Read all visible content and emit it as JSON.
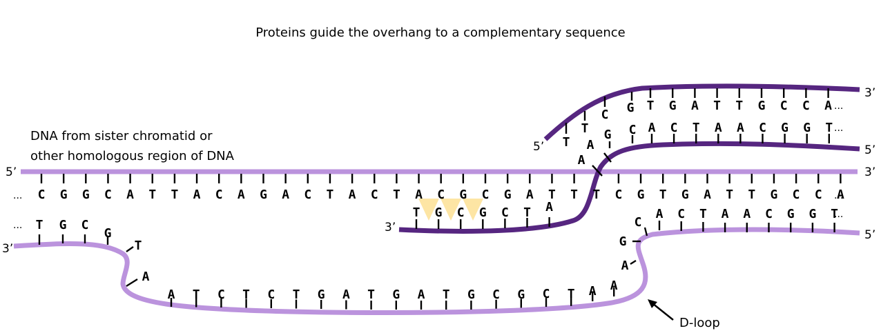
{
  "title": "Proteins guide the overhang to a complementary sequence",
  "label_lines": [
    "DNA from sister chromatid or",
    "other homologous region of DNA"
  ],
  "dloop_label": "D-loop",
  "colors": {
    "homolog_strand": "#bb93dd",
    "invading_strand": "#562680",
    "protein_marker": "#fde29a",
    "ink": "#000000"
  },
  "ellipsis": "...",
  "strands": {
    "homolog_top": {
      "five_prime_end": "5’",
      "three_prime_end": "3’",
      "bases": [
        "C",
        "G",
        "G",
        "C",
        "A",
        "T",
        "T",
        "A",
        "C",
        "A",
        "G",
        "A",
        "C",
        "T",
        "A",
        "C",
        "T",
        "A",
        "C",
        "G",
        "C",
        "G",
        "A",
        "T",
        "T",
        "T",
        "C",
        "G",
        "T",
        "G",
        "A",
        "T",
        "T",
        "G",
        "C",
        "C",
        "A"
      ]
    },
    "homolog_bottom_left": {
      "three_prime_end": "3’",
      "bases": [
        "T",
        "G",
        "C",
        "G",
        "T",
        "A"
      ]
    },
    "dloop_bottom": {
      "bases": [
        "A",
        "T",
        "C",
        "T",
        "C",
        "T",
        "G",
        "A",
        "T",
        "G",
        "A",
        "T",
        "G",
        "C",
        "G",
        "C",
        "T",
        "A",
        "A"
      ]
    },
    "homolog_bottom_right": {
      "five_prime_end": "5’",
      "bases": [
        "A",
        "G",
        "C",
        "A",
        "C",
        "T",
        "A",
        "A",
        "C",
        "G",
        "G",
        "T"
      ]
    },
    "invading_upper": {
      "five_prime_end": "5’",
      "three_prime_end": "3’",
      "bases": [
        "T",
        "T",
        "C",
        "G",
        "T",
        "G",
        "A",
        "T",
        "T",
        "G",
        "C",
        "C",
        "A"
      ]
    },
    "invading_lower": {
      "five_prime_end": "5’",
      "bases": [
        "A",
        "A",
        "G",
        "C",
        "A",
        "C",
        "T",
        "A",
        "A",
        "C",
        "G",
        "G",
        "T"
      ]
    },
    "invading_overhang": {
      "three_prime_end": "3’",
      "bases": [
        "T",
        "G",
        "C",
        "G",
        "C",
        "T",
        "A"
      ]
    }
  },
  "protein_markers": 3
}
